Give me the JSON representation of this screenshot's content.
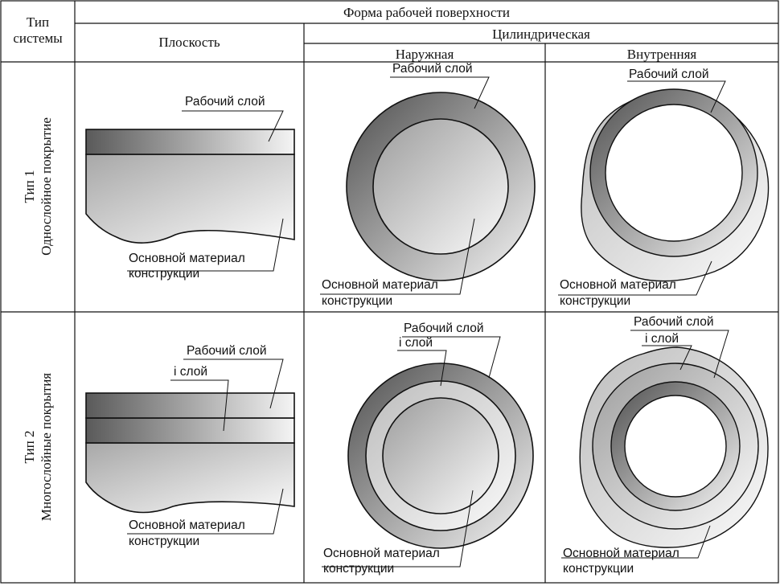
{
  "header": {
    "type_system": "Тип\nсистемы",
    "surface_form": "Форма рабочей поверхности",
    "flat": "Плоскость",
    "cylindrical": "Цилиндрическая",
    "outer": "Наружная",
    "inner": "Внутренняя"
  },
  "rows": [
    {
      "type": "Тип 1",
      "coating": "Однослойное покрытие"
    },
    {
      "type": "Тип 2",
      "coating": "Многослойные покрытия"
    }
  ],
  "labels": {
    "working_layer": "Рабочий слой",
    "i_layer": "i слой",
    "base_line1": "Основной материал",
    "base_line2": "конструкции"
  },
  "colors": {
    "dark": "#555555",
    "light": "#f2f2f2",
    "line": "#111111"
  }
}
